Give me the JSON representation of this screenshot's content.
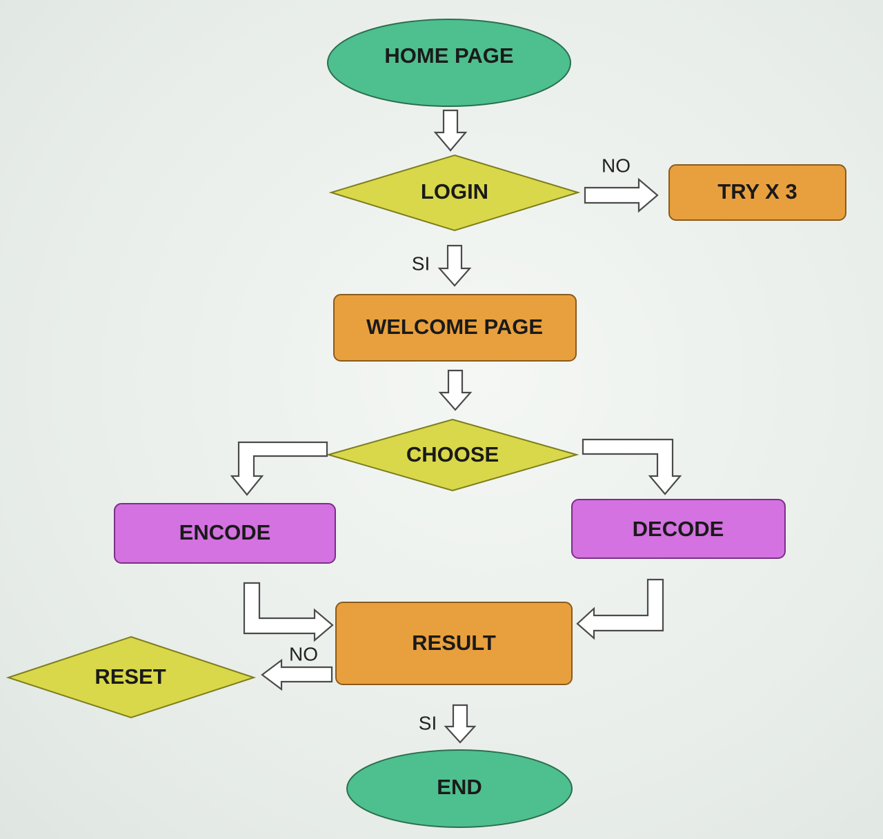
{
  "nodes": {
    "home": "HOME PAGE",
    "login": "LOGIN",
    "try": "TRY X 3",
    "welcome": "WELCOME PAGE",
    "choose": "CHOOSE",
    "encode": "ENCODE",
    "decode": "DECODE",
    "result": "RESULT",
    "reset": "RESET",
    "end": "END"
  },
  "edges": {
    "login_no": "NO",
    "login_si": "SI",
    "result_no": "NO",
    "result_si": "SI"
  },
  "colors": {
    "terminal": "#4ebf8e",
    "decision": "#d8d84a",
    "process": "#e8a03e",
    "action": "#d372e0"
  }
}
